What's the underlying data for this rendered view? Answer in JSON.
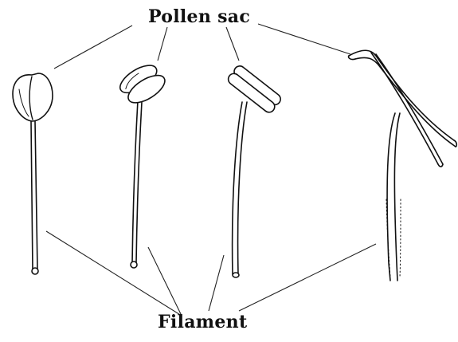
{
  "labels": {
    "pollen_sac": "Pollen sac",
    "filament": "Filament"
  },
  "stamens": [
    {
      "id": "stamen-1",
      "anther": "dorsifixed-rounded"
    },
    {
      "id": "stamen-2",
      "anther": "versatile-two-lobed"
    },
    {
      "id": "stamen-3",
      "anther": "versatile-bar"
    },
    {
      "id": "stamen-4",
      "anther": "linear-dehisced"
    }
  ],
  "colors": {
    "ink": "#111111",
    "background": "#ffffff"
  }
}
